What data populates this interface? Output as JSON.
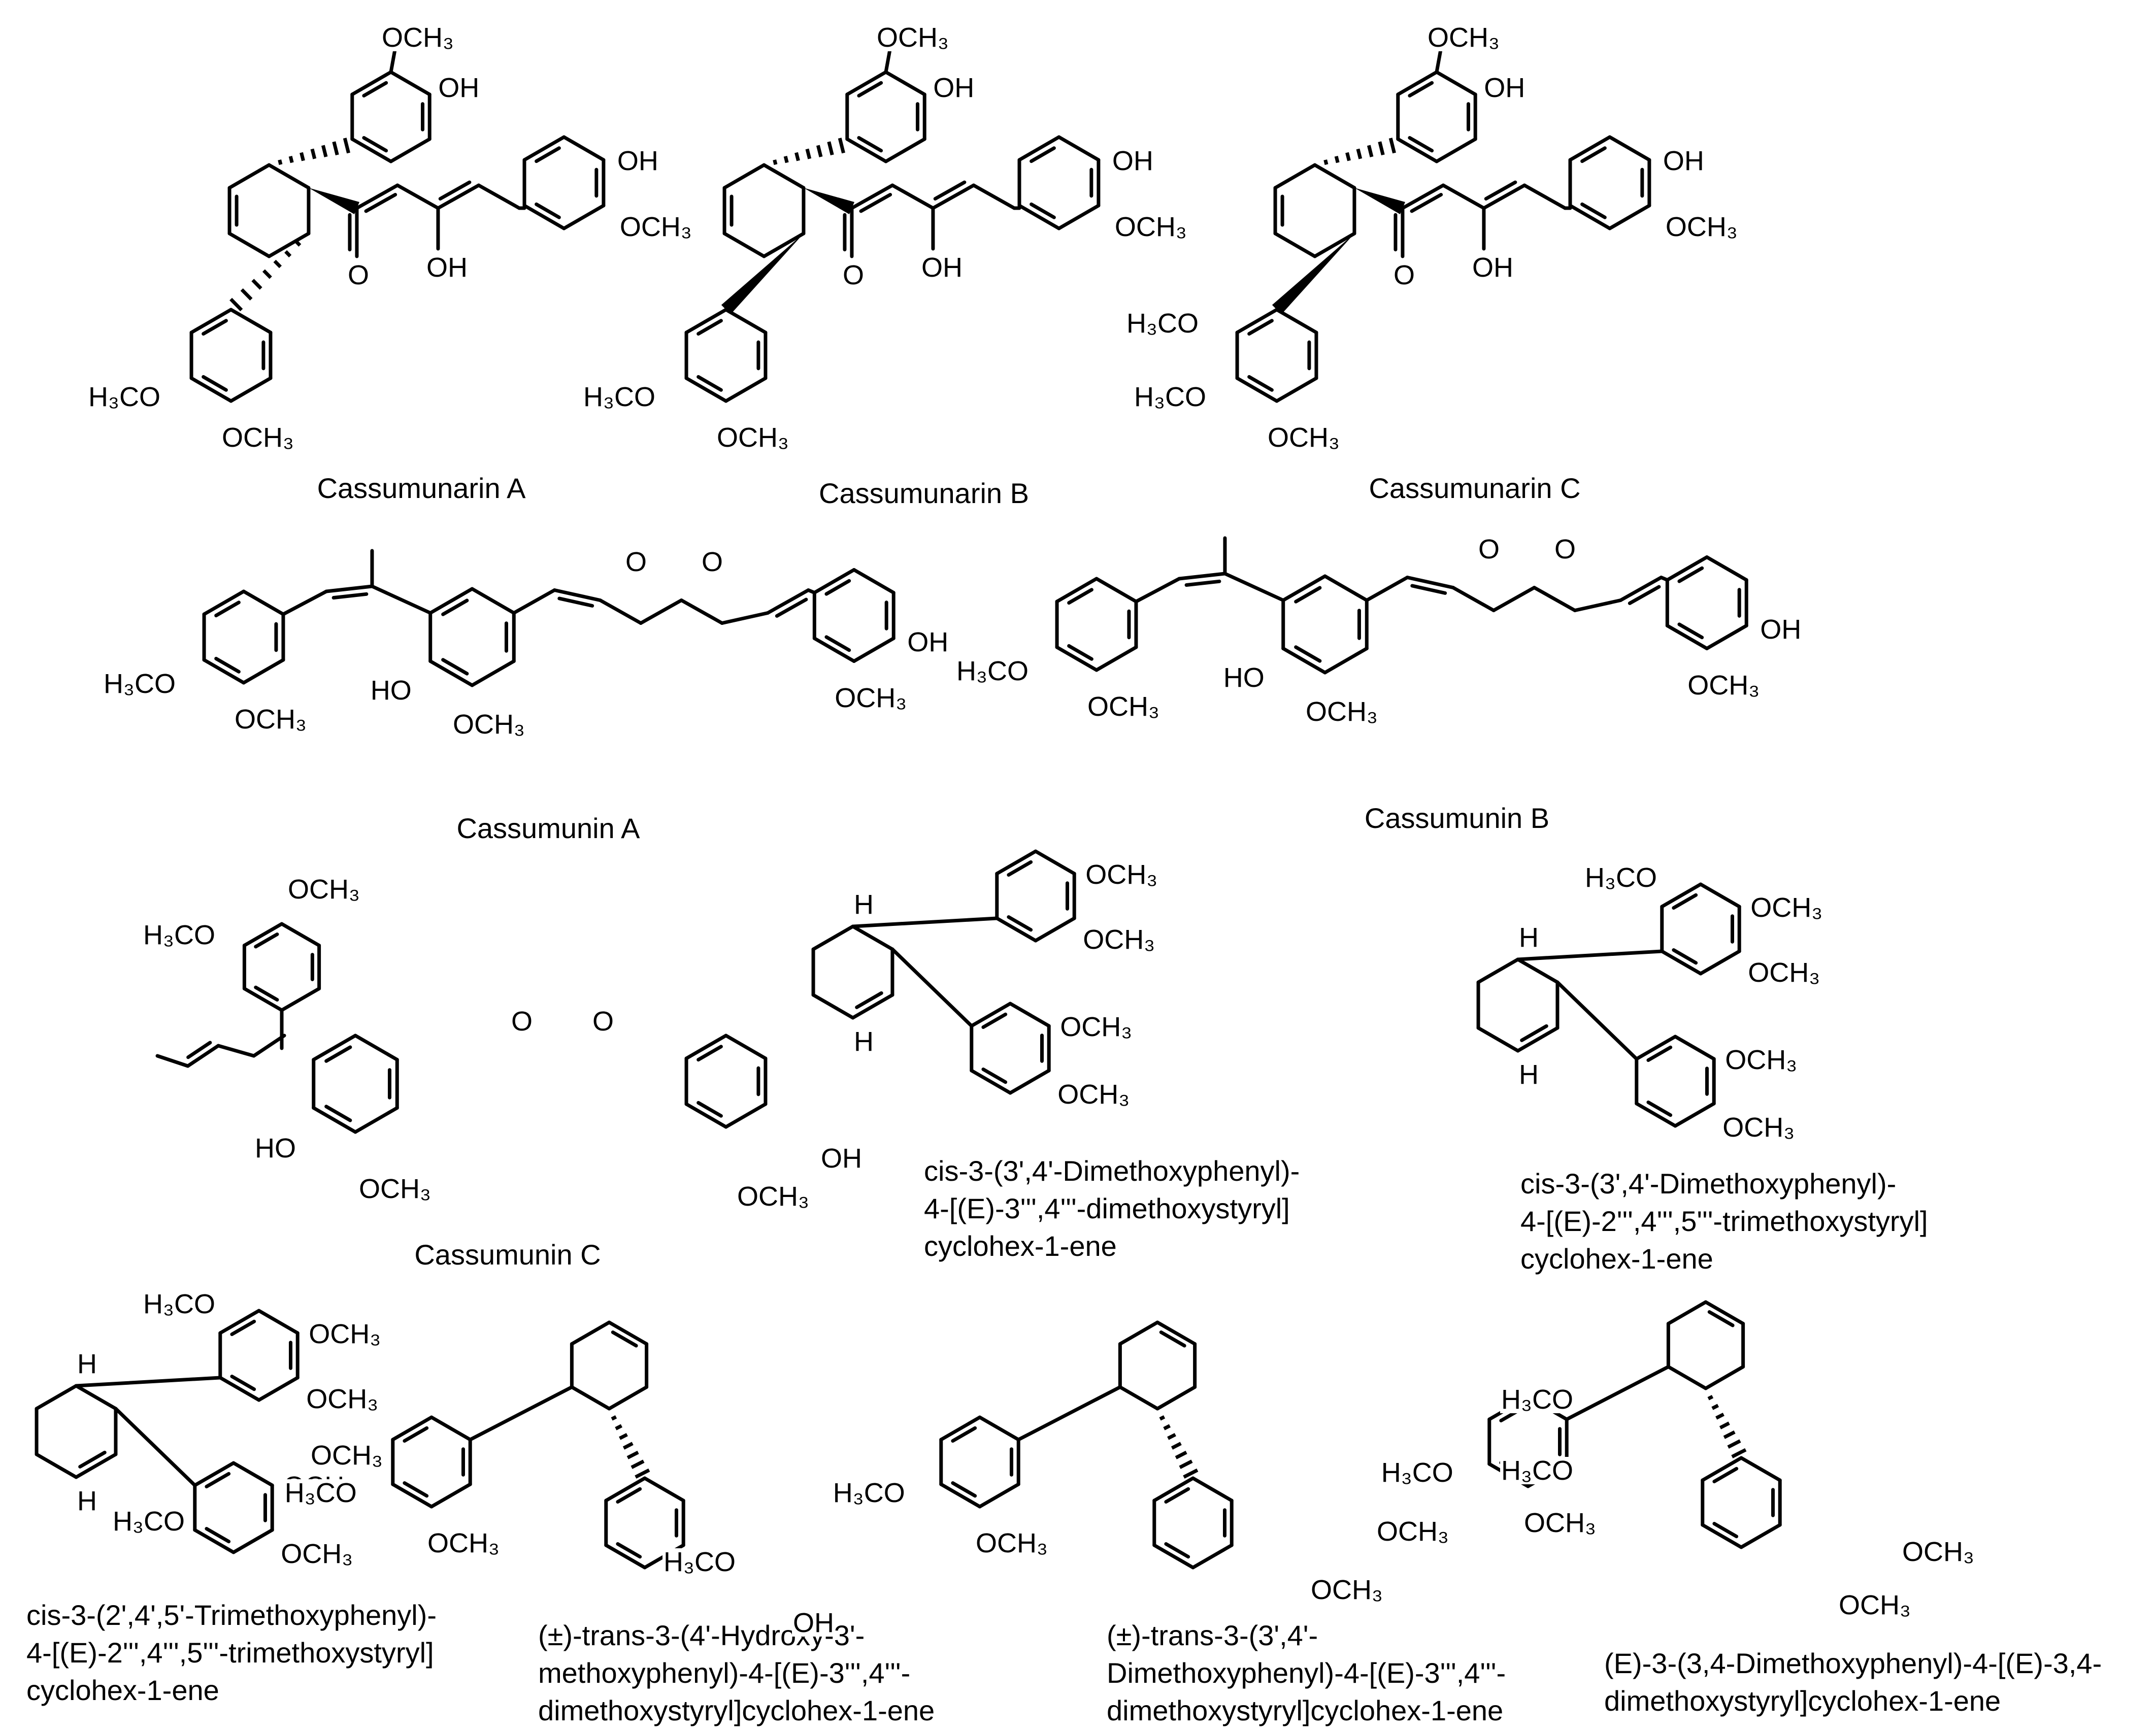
{
  "compounds": [
    {
      "id": "c1",
      "name": "Cassumunarin A"
    },
    {
      "id": "c2",
      "name": "Cassumunarin B"
    },
    {
      "id": "c3",
      "name": "Cassumunarin C"
    },
    {
      "id": "c4",
      "name": "Cassumunin A"
    },
    {
      "id": "c5",
      "name": "Cassumunin B"
    },
    {
      "id": "c6",
      "name": "Cassumunin C"
    },
    {
      "id": "c7",
      "name": "cis-3-(3',4'-Dimethoxyphenyl)-\n4-[(E)-3''',4'''-dimethoxystyryl]\ncyclohex-1-ene"
    },
    {
      "id": "c8",
      "name": "cis-3-(3',4'-Dimethoxyphenyl)-\n4-[(E)-2''',4''',5'''-trimethoxystyryl]\ncyclohex-1-ene"
    },
    {
      "id": "c9",
      "name": "cis-3-(2',4',5'-Trimethoxyphenyl)-\n4-[(E)-2''',4''',5'''-trimethoxystyryl]\ncyclohex-1-ene"
    },
    {
      "id": "c10",
      "name": "(±)-trans-3-(4'-Hydroxy-3'-\nmethoxyphenyl)-4-[(E)-3''',4'''-\ndimethoxystyryl]cyclohex-1-ene"
    },
    {
      "id": "c11",
      "name": "(±)-trans-3-(3',4'-\nDimethoxyphenyl)-4-[(E)-3''',4'''-\ndimethoxystyryl]cyclohex-1-ene"
    },
    {
      "id": "c12",
      "name": "(E)-3-(3,4-Dimethoxyphenyl)-4-[(E)-3,4-\ndimethoxystyryl]cyclohex-1-ene"
    }
  ],
  "atoms": {
    "OMe": "OCH₃",
    "MeO": "H₃CO",
    "OH": "OH",
    "HO": "HO",
    "O": "O",
    "H": "H"
  }
}
